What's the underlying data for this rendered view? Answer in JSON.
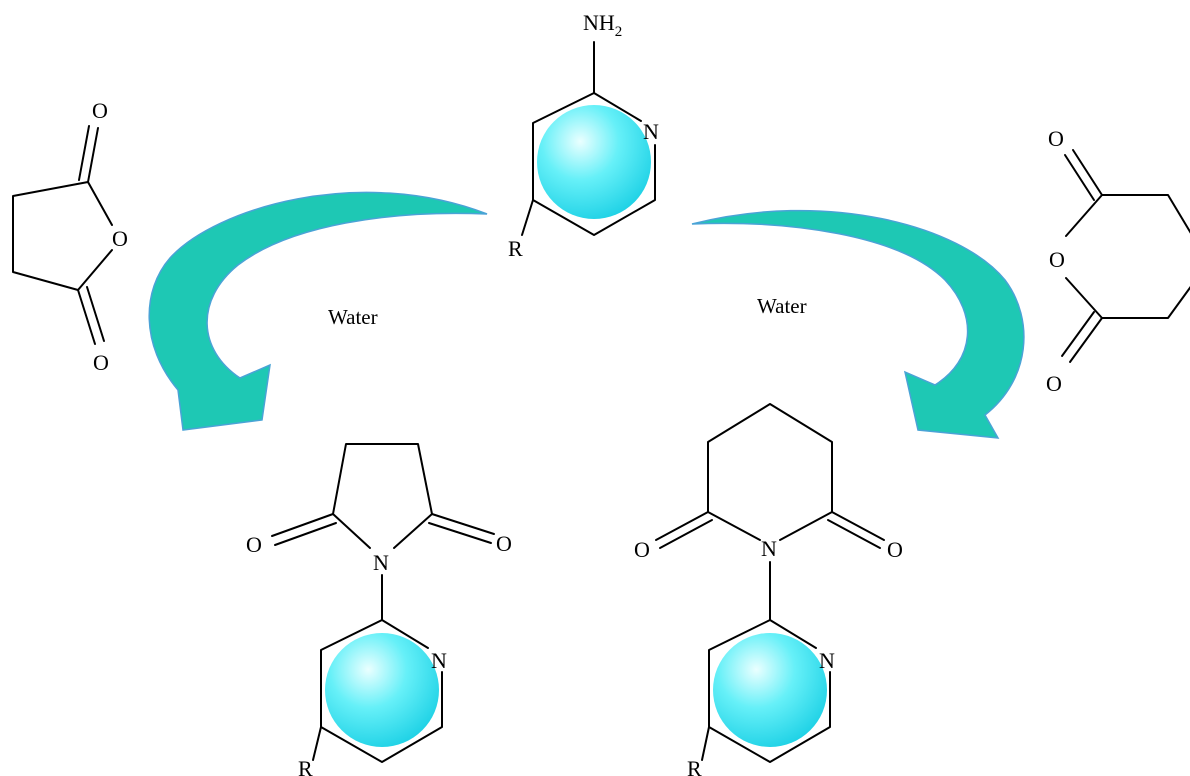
{
  "colors": {
    "arrow_fill": "#1ec8b4",
    "arrow_stroke": "#4aa3d6",
    "ring_highlight": "#eaffff",
    "ring_mid": "#66f0f8",
    "ring_edge": "#19cfe4"
  },
  "reagents": {
    "aminopyridine": {
      "substituent": "R",
      "amine": "NH",
      "amine_sub": "2",
      "ring_n": "N"
    },
    "succinic_anhydride": {
      "o_top": "O",
      "o_ring": "O",
      "o_bottom": "O"
    },
    "glutaric_anhydride": {
      "o_top": "O",
      "o_ring": "O",
      "o_bottom": "O"
    }
  },
  "conditions": {
    "left": "Water",
    "right": "Water"
  },
  "products": {
    "succinimide": {
      "o_left": "O",
      "n_imide": "N",
      "o_right": "O",
      "ring_n": "N",
      "substituent": "R"
    },
    "glutarimide": {
      "o_left": "O",
      "n_imide": "N",
      "o_right": "O",
      "ring_n": "N",
      "substituent": "R"
    }
  }
}
